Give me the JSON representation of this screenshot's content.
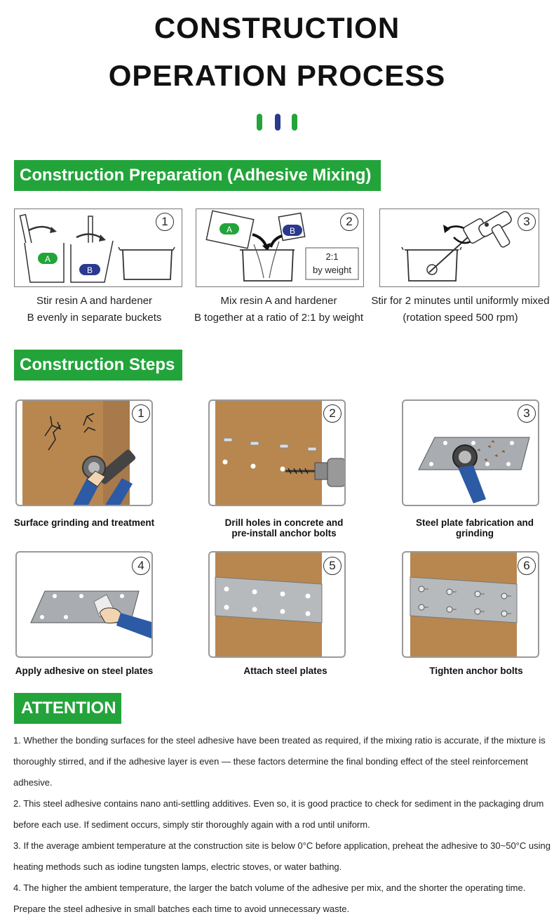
{
  "header": {
    "title_line1": "CONSTRUCTION",
    "title_line2": "OPERATION PROCESS",
    "dot_colors": [
      "#22a43a",
      "#2b3a8f",
      "#22a43a"
    ]
  },
  "preparation": {
    "heading": "Construction Preparation (Adhesive Mixing)",
    "steps": [
      {
        "number": "1",
        "badge_a": "A",
        "badge_b": "B",
        "caption_line1": "Stir resin A and hardener",
        "caption_line2": "B evenly in separate buckets"
      },
      {
        "number": "2",
        "badge_a": "A",
        "badge_b": "B",
        "ratio_line1": "2:1",
        "ratio_line2": "by weight",
        "caption_line1": "Mix resin A and hardener",
        "caption_line2": "B together at a ratio of 2:1 by weight"
      },
      {
        "number": "3",
        "caption_line1": "Stir for 2 minutes until uniformly mixed",
        "caption_line2": "(rotation speed 500 rpm)"
      }
    ]
  },
  "construction": {
    "heading": "Construction Steps",
    "steps": [
      {
        "number": "1",
        "caption_line1": "Surface grinding and treatment",
        "caption_line2": ""
      },
      {
        "number": "2",
        "caption_line1": "Drill holes in concrete and",
        "caption_line2": "pre-install anchor bolts"
      },
      {
        "number": "3",
        "caption_line1": "Steel plate fabrication and",
        "caption_line2": "grinding"
      },
      {
        "number": "4",
        "caption_line1": "Apply adhesive on steel plates",
        "caption_line2": ""
      },
      {
        "number": "5",
        "caption_line1": "Attach steel plates",
        "caption_line2": ""
      },
      {
        "number": "6",
        "caption_line1": "Tighten anchor bolts",
        "caption_line2": ""
      }
    ]
  },
  "attention": {
    "heading": "ATTENTION",
    "notes": [
      "1. Whether the bonding surfaces for the steel adhesive have been treated as required, if the mixing ratio is accurate, if the mixture is thoroughly stirred, and if the adhesive layer is even — these factors determine the final bonding effect of the steel reinforcement adhesive.",
      "2. This steel adhesive contains nano anti-settling additives. Even so, it is good practice to check for sediment in the packaging drum before each use. If sediment occurs, simply stir thoroughly again with a rod until uniform.",
      "3. If the average ambient temperature at the construction site is below 0°C before application, preheat the adhesive to 30~50°C using heating methods such as iodine tungsten lamps, electric stoves, or water bathing.",
      "4. The higher the ambient temperature, the larger the batch volume of the adhesive per mix, and the shorter the operating time. Prepare the steel adhesive in small batches each time to avoid unnecessary waste."
    ]
  },
  "colors": {
    "accent_green": "#22a43a",
    "accent_blue": "#2b3a8f",
    "concrete_brown": "#b8874f",
    "steel_gray": "#a9adb2"
  },
  "icons": [
    "mixing-buckets-icon",
    "pouring-icon",
    "drill-mixer-icon",
    "grinder-icon",
    "drill-icon",
    "grinding-disc-icon",
    "adhesive-spatula-icon",
    "steel-plate-icon",
    "anchor-bolt-icon"
  ]
}
